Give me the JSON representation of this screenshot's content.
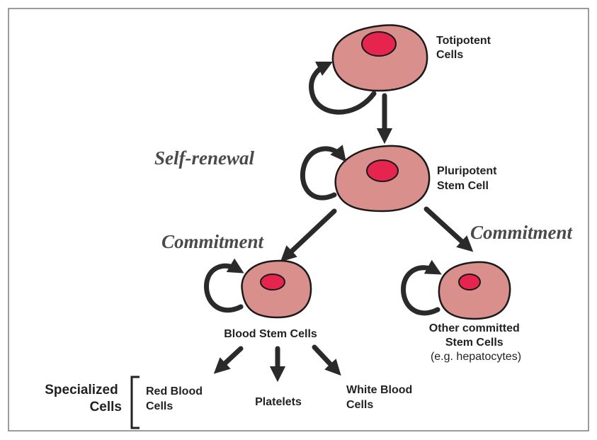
{
  "colors": {
    "cell_fill": "#d98f8b",
    "cell_stroke": "#1a1a1a",
    "nucleus_fill": "#e6254f",
    "arrow": "#2a2a2a",
    "frame": "#7a7a7a",
    "process_text": "#4a4a4a"
  },
  "nodes": {
    "totipotent": {
      "label": [
        "Totipotent",
        "Cells"
      ]
    },
    "pluripotent": {
      "label": [
        "Pluripotent",
        "Stem Cell"
      ]
    },
    "blood": {
      "label": [
        "Blood Stem Cells"
      ]
    },
    "other": {
      "label": [
        "Other committed",
        "Stem Cells",
        "(e.g. hepatocytes)"
      ]
    }
  },
  "processes": {
    "self_renewal": "Self-renewal",
    "commitment_left": "Commitment",
    "commitment_right": "Commitment"
  },
  "specialized": {
    "title": [
      "Specialized",
      "Cells"
    ],
    "red": [
      "Red Blood",
      "Cells"
    ],
    "platelets": [
      "Platelets"
    ],
    "white": [
      "White Blood",
      "Cells"
    ]
  }
}
